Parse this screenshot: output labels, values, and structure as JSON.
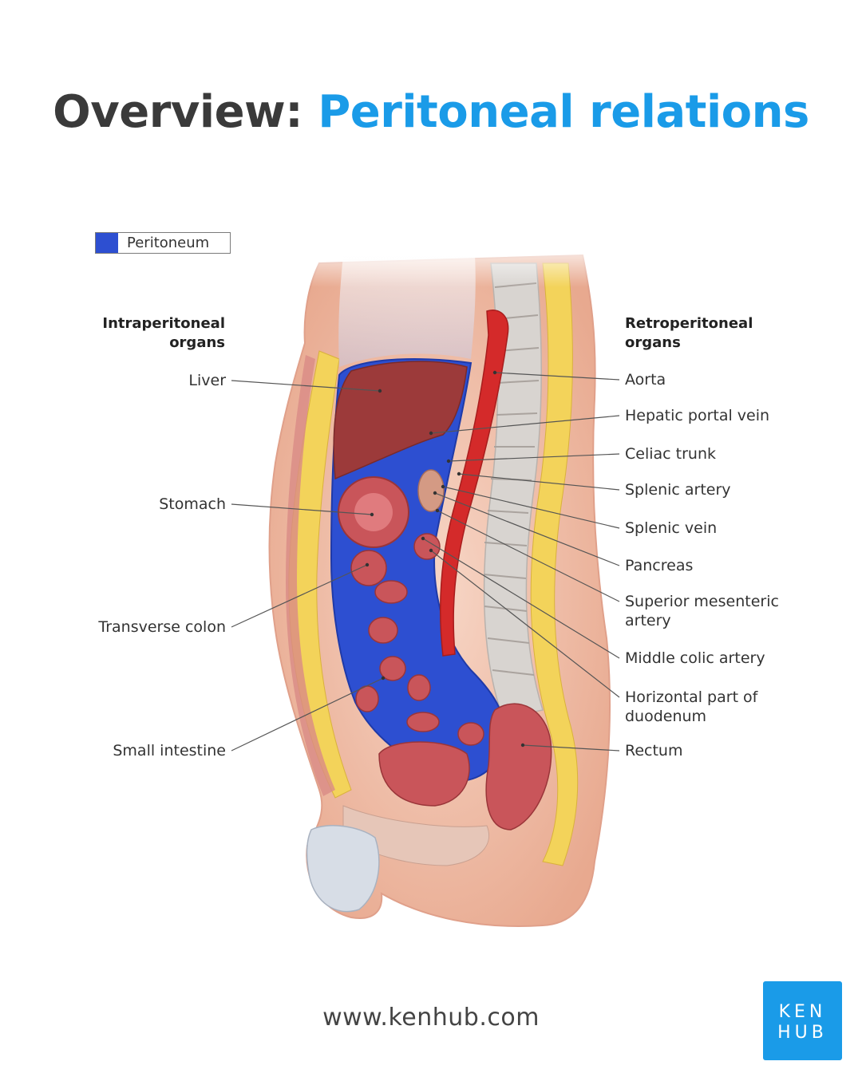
{
  "title": {
    "prefix": "Overview:",
    "highlight": "Peritoneal relations"
  },
  "legend": {
    "label": "Peritoneum",
    "color": "#2d4fd1"
  },
  "left_heading": [
    "Intraperitoneal",
    "organs"
  ],
  "right_heading": [
    "Retroperitoneal",
    "organs"
  ],
  "left_labels": [
    {
      "name": "liver",
      "text": "Liver"
    },
    {
      "name": "stomach",
      "text": "Stomach"
    },
    {
      "name": "transverse-colon",
      "text": "Transverse colon"
    },
    {
      "name": "small-intestine",
      "text": "Small intestine"
    }
  ],
  "right_labels": [
    {
      "name": "aorta",
      "lines": [
        "Aorta"
      ]
    },
    {
      "name": "hepatic-portal-vein",
      "lines": [
        "Hepatic portal vein"
      ]
    },
    {
      "name": "celiac-trunk",
      "lines": [
        "Celiac trunk"
      ]
    },
    {
      "name": "splenic-artery",
      "lines": [
        "Splenic artery"
      ]
    },
    {
      "name": "splenic-vein",
      "lines": [
        "Splenic vein"
      ]
    },
    {
      "name": "pancreas",
      "lines": [
        "Pancreas"
      ]
    },
    {
      "name": "superior-mesenteric-artery",
      "lines": [
        "Superior mesenteric",
        "artery"
      ]
    },
    {
      "name": "middle-colic-artery",
      "lines": [
        "Middle colic artery"
      ]
    },
    {
      "name": "horizontal-part-of-duodenum",
      "lines": [
        "Horizontal part of",
        "duodenum"
      ]
    },
    {
      "name": "rectum",
      "lines": [
        "Rectum"
      ]
    }
  ],
  "footer": {
    "url": "www.kenhub.com"
  },
  "logo": {
    "line1": "KEN",
    "line2": "HUB"
  },
  "colors": {
    "accent": "#1a9be8",
    "title_dark": "#3a3a3a",
    "peritoneum": "#2d4fd1",
    "artery": "#d42a2a",
    "organ": "#c9555a",
    "fat": "#f3d35a"
  }
}
